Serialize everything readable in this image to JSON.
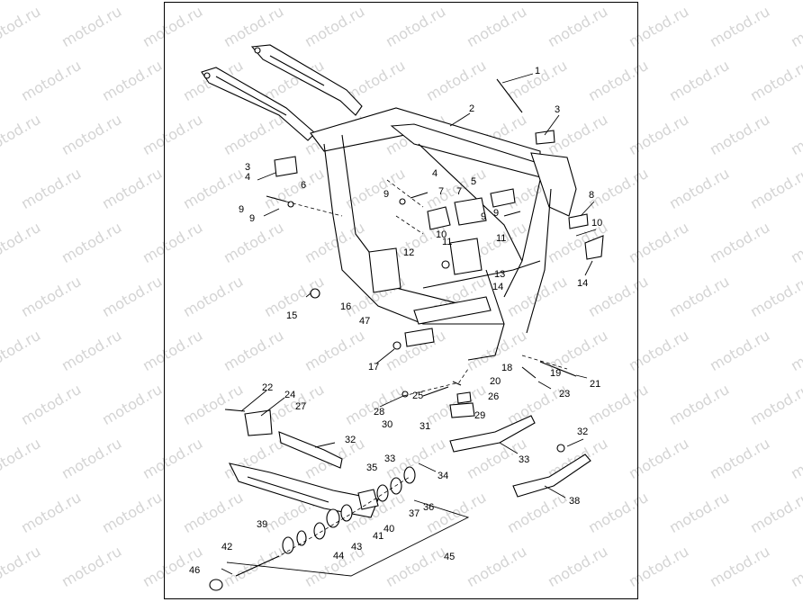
{
  "watermark": "motod.ru",
  "callouts": [
    "1",
    "2",
    "3",
    "3",
    "4",
    "4",
    "5",
    "6",
    "7",
    "7",
    "8",
    "9",
    "9",
    "9",
    "9",
    "9",
    "10",
    "10",
    "11",
    "11",
    "12",
    "13",
    "14",
    "14",
    "15",
    "16",
    "47",
    "17",
    "18",
    "19",
    "20",
    "21",
    "22",
    "23",
    "24",
    "25",
    "26",
    "27",
    "28",
    "29",
    "30",
    "31",
    "32",
    "32",
    "33",
    "33",
    "34",
    "35",
    "36",
    "37",
    "38",
    "39",
    "40",
    "41",
    "42",
    "43",
    "44",
    "45",
    "46"
  ]
}
